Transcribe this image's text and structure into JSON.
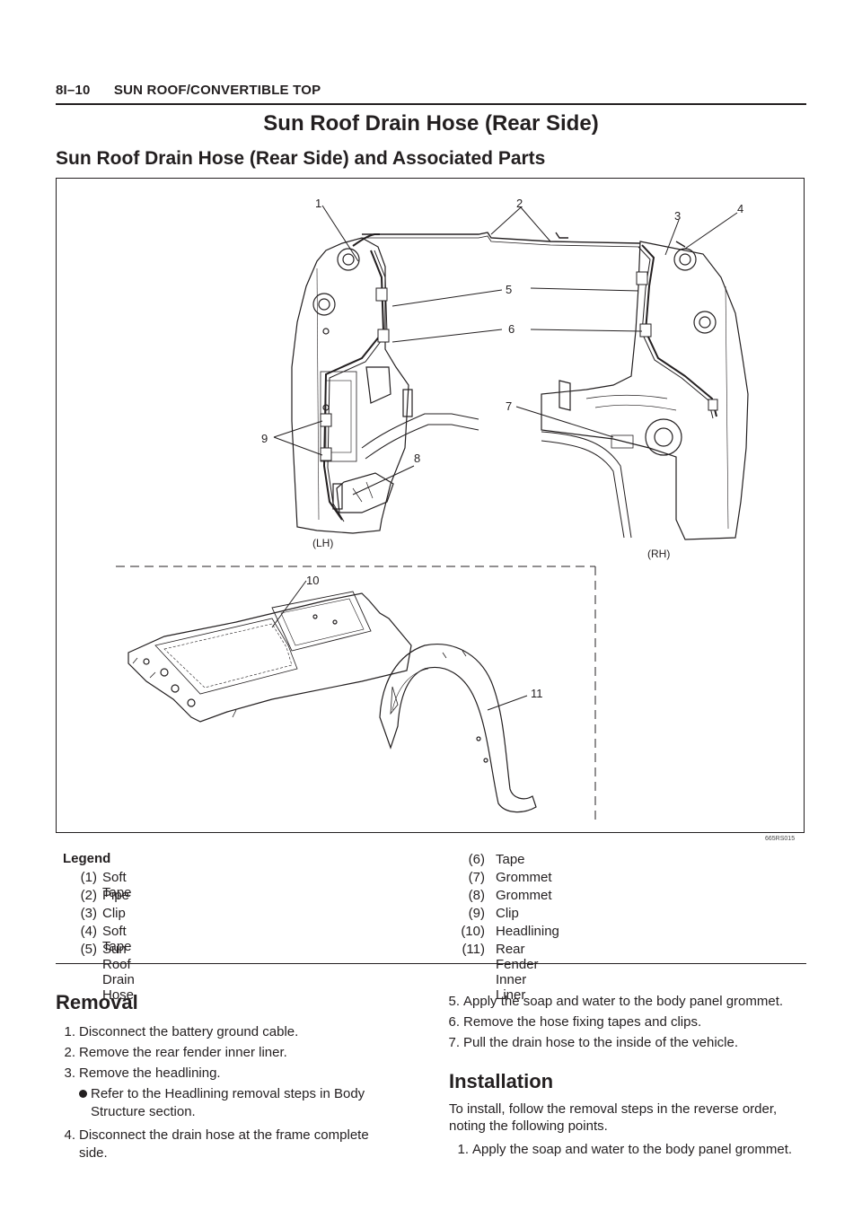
{
  "header": {
    "page_number": "8I–10",
    "section": "SUN ROOF/CONVERTIBLE TOP"
  },
  "title": "Sun Roof Drain Hose (Rear Side)",
  "subtitle": "Sun Roof Drain Hose (Rear Side) and Associated Parts",
  "figure": {
    "id": "665RS015",
    "callouts": [
      "1",
      "2",
      "3",
      "4",
      "5",
      "6",
      "7",
      "8",
      "9",
      "10",
      "11"
    ],
    "side_labels": {
      "left": "(LH)",
      "right": "(RH)"
    }
  },
  "legend": {
    "heading": "Legend",
    "items": [
      {
        "num": "(1)",
        "label": "Soft Tape"
      },
      {
        "num": "(2)",
        "label": "Pipe"
      },
      {
        "num": "(3)",
        "label": "Clip"
      },
      {
        "num": "(4)",
        "label": "Soft Tape"
      },
      {
        "num": "(5)",
        "label": "Sun Roof Drain Hose"
      },
      {
        "num": "(6)",
        "label": "Tape"
      },
      {
        "num": "(7)",
        "label": "Grommet"
      },
      {
        "num": "(8)",
        "label": "Grommet"
      },
      {
        "num": "(9)",
        "label": "Clip"
      },
      {
        "num": "(10)",
        "label": "Headlining"
      },
      {
        "num": "(11)",
        "label": "Rear Fender Inner Liner"
      }
    ]
  },
  "removal": {
    "heading": "Removal",
    "steps": [
      {
        "n": "1.",
        "text": "Disconnect the battery ground cable."
      },
      {
        "n": "2.",
        "text": "Remove the rear fender inner liner."
      },
      {
        "n": "3.",
        "text": "Remove the headlining."
      },
      {
        "n": "4.",
        "text_line1": "Disconnect the drain hose at the frame complete",
        "text_line2": "side."
      },
      {
        "n": "5.",
        "text": "Apply the soap and water to the body panel grommet."
      },
      {
        "n": "6.",
        "text": "Remove the hose fixing tapes and clips."
      },
      {
        "n": "7.",
        "text": "Pull the drain hose to the inside of the vehicle."
      }
    ],
    "bullet_line1": "Refer to the Headlining removal steps in Body",
    "bullet_line2": "Structure section."
  },
  "installation": {
    "heading": "Installation",
    "intro_line1": "To install, follow the removal steps in the reverse order,",
    "intro_line2": "noting the following points.",
    "step": {
      "n": "1.",
      "text": "Apply the soap and water to the body panel grommet."
    }
  }
}
